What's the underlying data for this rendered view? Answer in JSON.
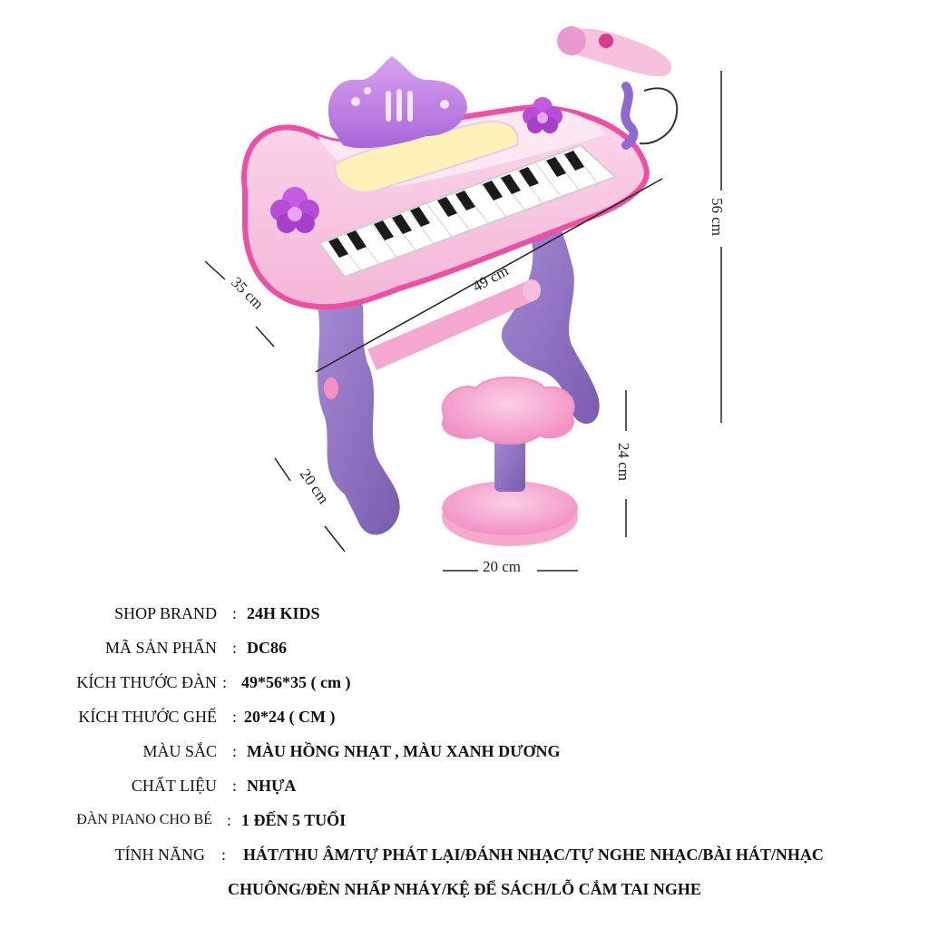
{
  "dimensions": {
    "width_keyboard": "49 cm",
    "height_total": "56 cm",
    "depth": "35 cm",
    "depth_base": "20 cm",
    "stool_height": "24 cm",
    "stool_width": "20 cm"
  },
  "specs": [
    {
      "label": "SHOP BRAND",
      "colon": ":",
      "value": "24H KIDS"
    },
    {
      "label": "MÃ SẢN PHẨN",
      "colon": ":",
      "value": "DC86"
    },
    {
      "label": "KÍCH THƯỚC ĐÀN",
      "colon": ":",
      "value": "49*56*35 ( cm )"
    },
    {
      "label": "KÍCH THƯỚC GHẾ",
      "colon": ":",
      "value": "20*24 ( CM )"
    },
    {
      "label": "MÀU SẮC",
      "colon": ":",
      "value": "MÀU HỒNG NHẠT , MÀU XANH DƯƠNG"
    },
    {
      "label": "CHẤT LIỆU",
      "colon": ":",
      "value": "NHỰA"
    },
    {
      "label": "ĐÀN PIANO CHO BÉ",
      "colon": ":",
      "value": "1 ĐẾN  5  TUỔI"
    },
    {
      "label": "TÍNH NĂNG",
      "colon": ":",
      "value": "HÁT/THU ÂM/TỰ PHÁT LẠI/ĐÁNH NHẠC/TỰ NGHE NHẠC/BÀI HÁT/NHẠC"
    }
  ],
  "features_continuation": "CHUÔNG/ĐÈN NHẤP NHÁY/KỆ ĐỂ SÁCH/LỖ CẮM TAI NGHE",
  "colors": {
    "pink_body": "#f4b6d8",
    "pink_light": "#fbd7ea",
    "pink_deep": "#ec4fa3",
    "purple": "#9b80c9",
    "purple_dark": "#7a5cb0",
    "lilac": "#c07ee0"
  }
}
